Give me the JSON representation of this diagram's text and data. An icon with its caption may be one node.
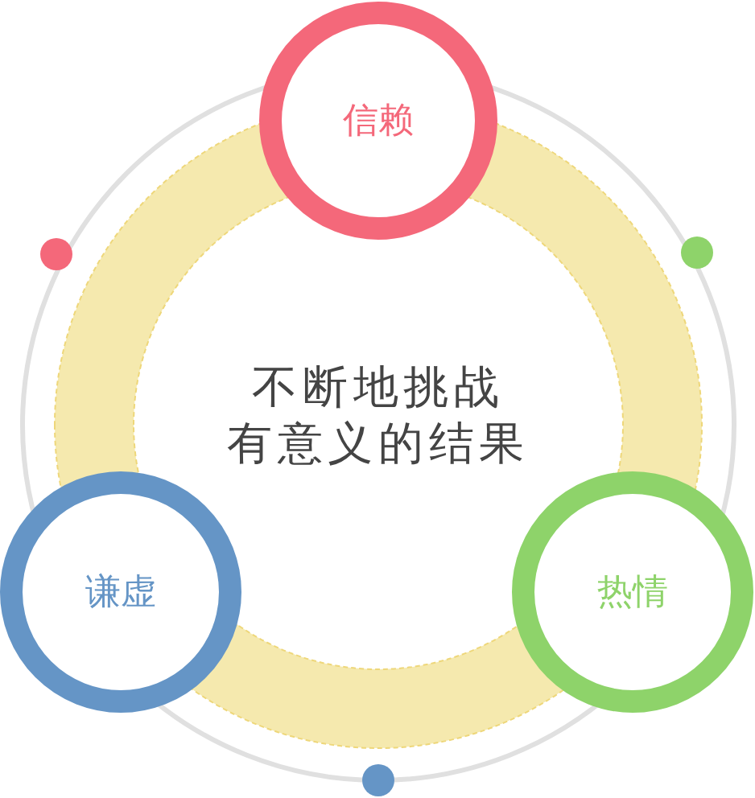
{
  "diagram": {
    "nodes": [
      {
        "text": [
          "不断地挑战",
          "有意义的结果"
        ]
      },
      {
        "text": [
          "信赖"
        ]
      },
      {
        "text": [
          "谦虚"
        ]
      },
      {
        "text": [
          "热情"
        ]
      }
    ]
  }
}
